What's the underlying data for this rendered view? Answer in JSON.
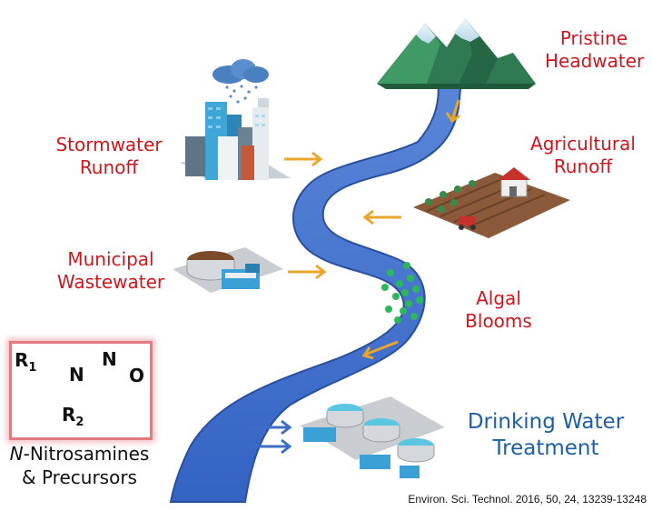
{
  "labels": {
    "pristine_headwater": [
      "Pristine",
      "Headwater"
    ],
    "stormwater_runoff": [
      "Stormwater",
      "Runoff"
    ],
    "agricultural_runoff": [
      "Agricultural",
      "Runoff"
    ],
    "municipal_wastewater": [
      "Municipal",
      "Wastewater"
    ],
    "algal_blooms": [
      "Algal",
      "Blooms"
    ],
    "drinking_water_treatment": [
      "Drinking Water",
      "Treatment"
    ]
  },
  "chemical": {
    "atoms": {
      "r1": "R",
      "r1_sub": "1",
      "n1": "N",
      "n2": "N",
      "o": "O",
      "r2": "R",
      "r2_sub": "2"
    },
    "name_prefix": "N",
    "name_line1_rest": "-Nitrosamines",
    "name_line2": "& Precursors"
  },
  "citation": "Environ. Sci. Technol. 2016, 50, 24, 13239-13248",
  "colors": {
    "river": "#3f6fcc",
    "river_edge": "#2a4f9e",
    "arrow_orange": "#e8a62b",
    "arrow_blue": "#3b6fc7",
    "label_red": "#d0161b",
    "label_blue": "#1c5ea8",
    "algae": "#2bb85a"
  },
  "icons": [
    "mountain-icon",
    "city-skyline-icon",
    "rain-cloud-icon",
    "farm-icon",
    "wastewater-plant-icon",
    "water-treatment-plant-icon"
  ]
}
